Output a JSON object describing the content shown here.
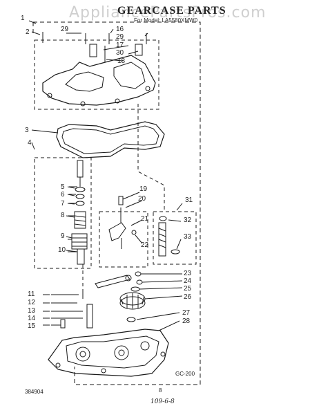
{
  "watermark": "AppliancePartsPros.com",
  "title": "GEARCASE PARTS",
  "subtitle": "For Model: LA5580XMW0",
  "callouts": [
    "1",
    "2",
    "29",
    "16",
    "29",
    "17",
    "30",
    "18",
    "3",
    "4",
    "5",
    "6",
    "7",
    "8",
    "9",
    "10",
    "19",
    "20",
    "21",
    "22",
    "31",
    "32",
    "33",
    "23",
    "24",
    "25",
    "26",
    "11",
    "12",
    "13",
    "14",
    "15",
    "27",
    "28"
  ],
  "footer": {
    "left": "384904",
    "center": "8",
    "right_code": "GC-200",
    "handwritten": "109-6-8"
  },
  "colors": {
    "ink": "#1a1a1a",
    "paper": "#ffffff",
    "watermark": "#cfcfcf"
  }
}
